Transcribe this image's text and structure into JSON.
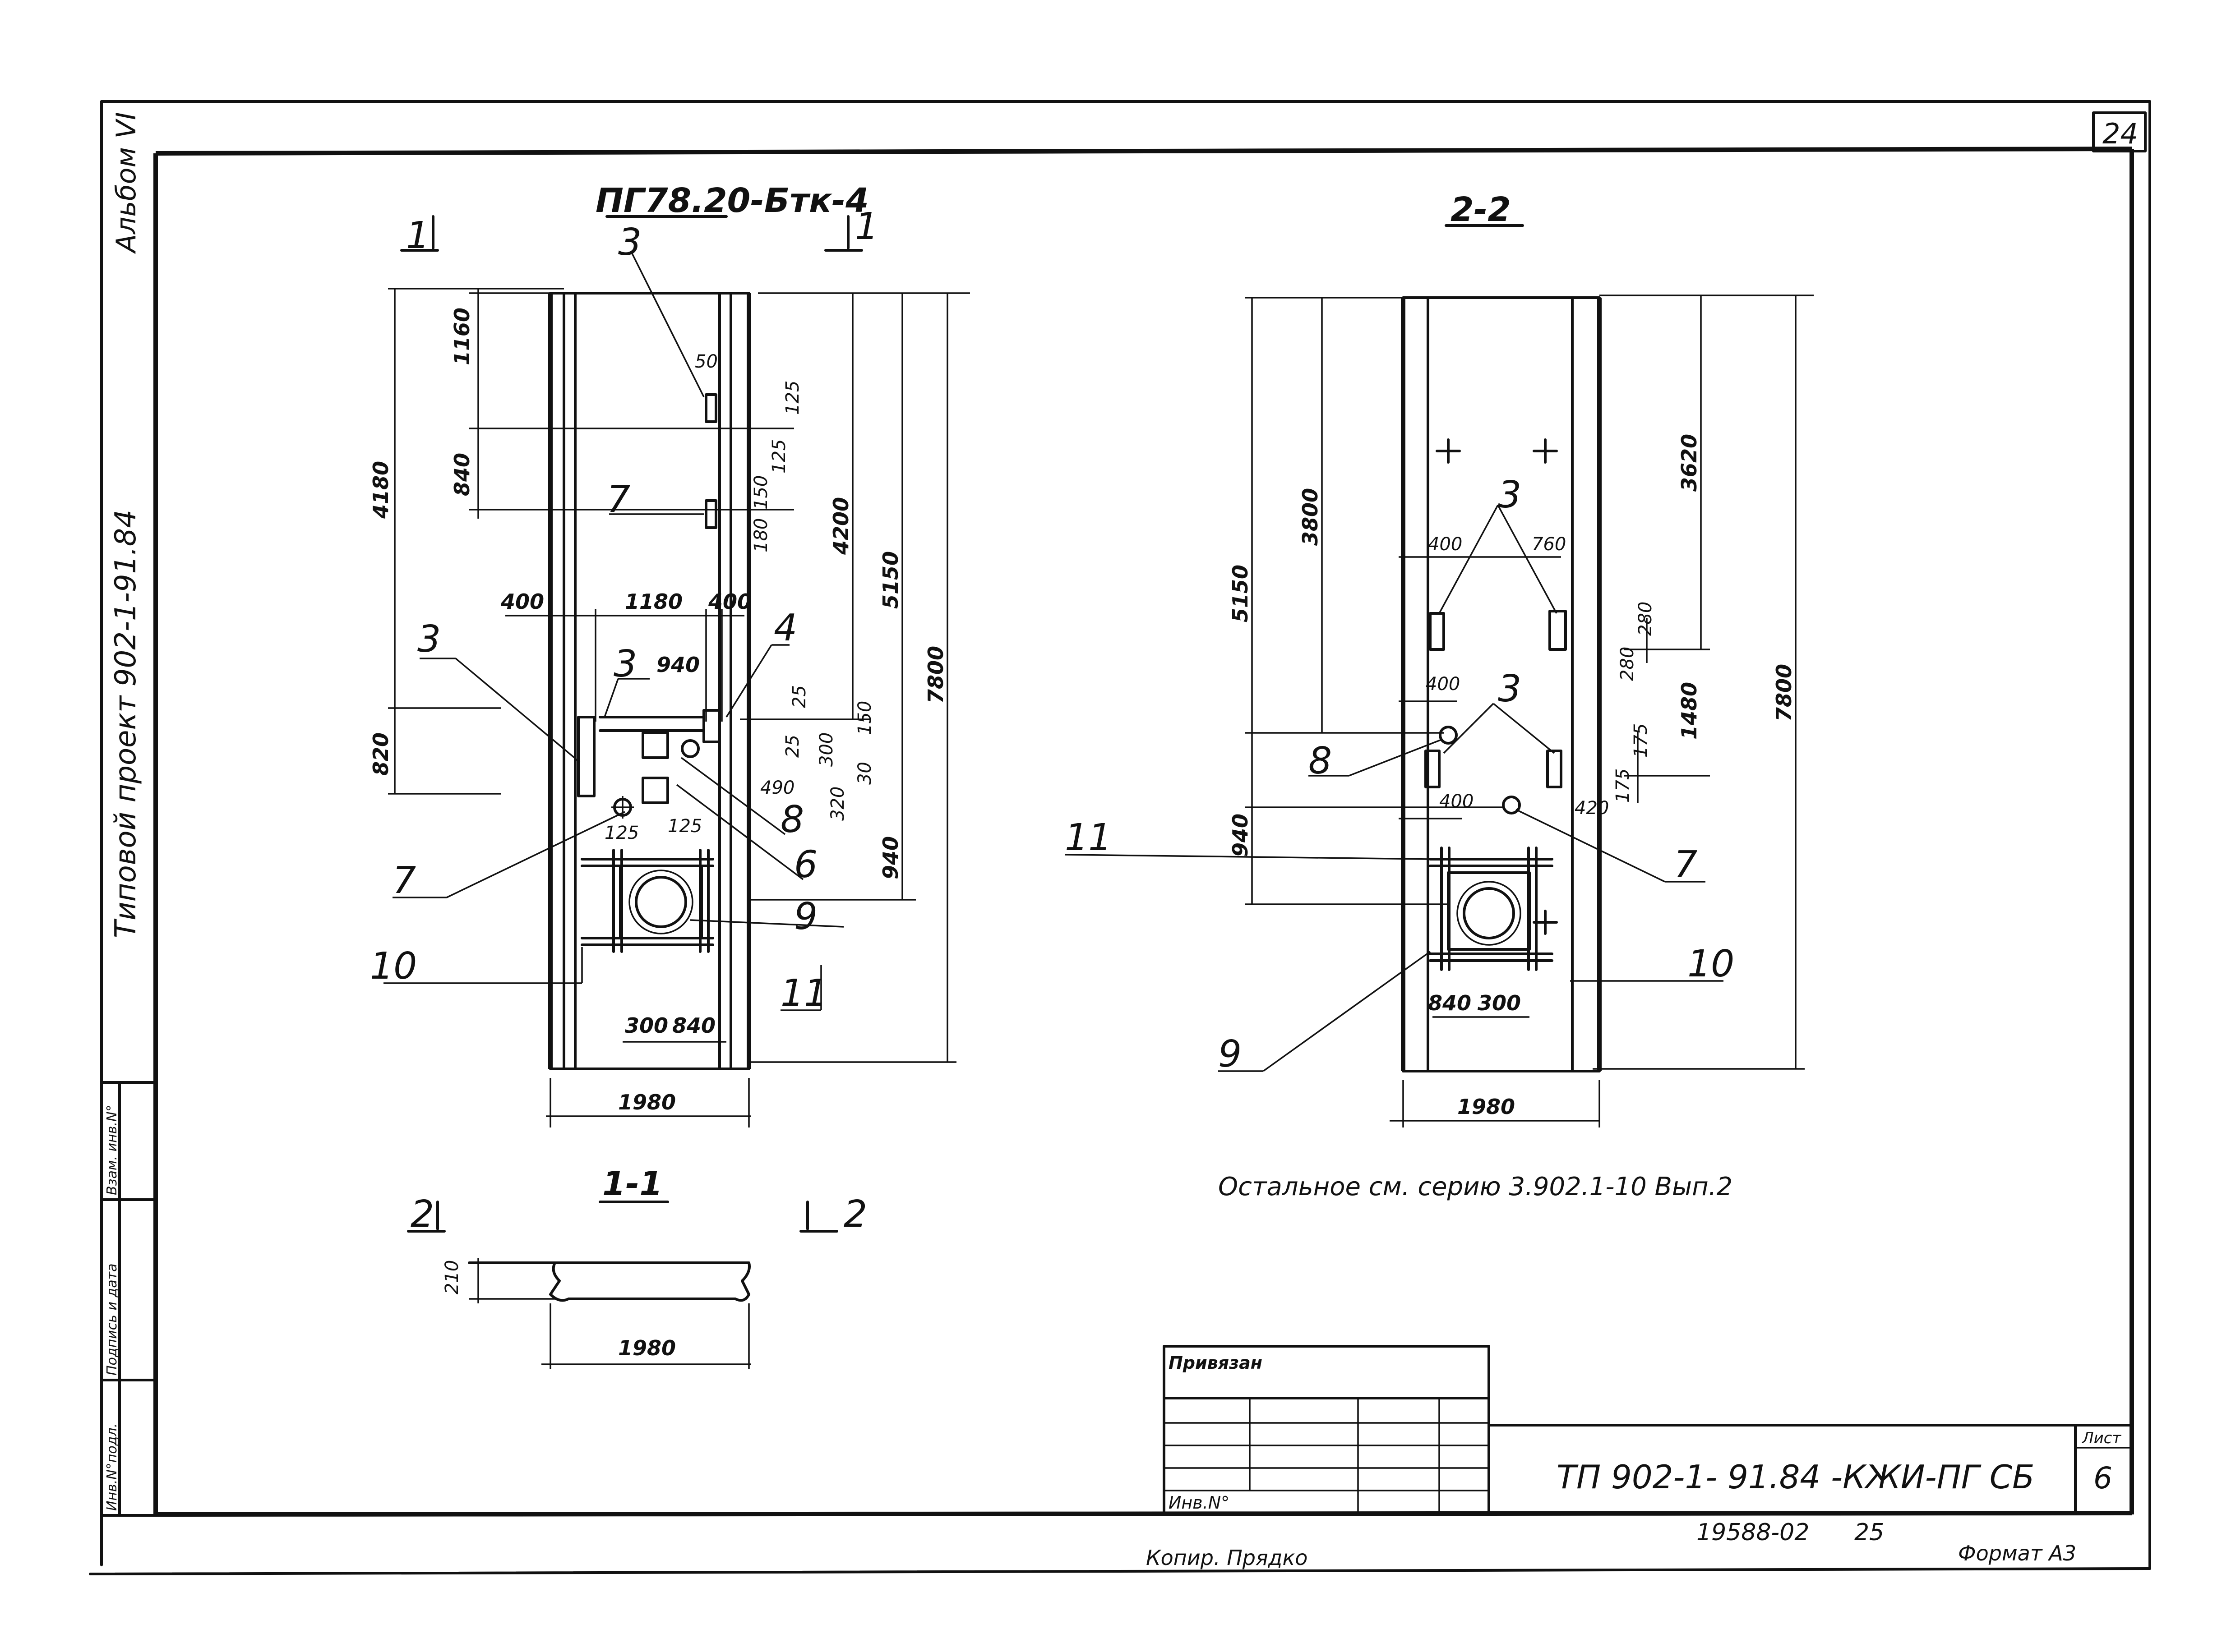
{
  "sheet": {
    "page_number": "24",
    "album": "Альбом VI",
    "project": "Типовой проект 902-1-91.84",
    "format": "Формат А3",
    "copied_by": "Копир. Прядко",
    "note": "Остальное см. серию 3.902.1-10 Вып.2"
  },
  "side_stamp": {
    "col1": "Инв.N°подл.",
    "col2": "Подпись и дата",
    "col3": "Взам. инв.N°"
  },
  "title_block": {
    "bound_label": "Привязан",
    "inv_label": "Инв.N°",
    "code": "ТП 902-1- 91.84 -КЖИ-ПГ СБ",
    "sheet_label": "Лист",
    "sheet_no": "6",
    "archive_no": "19588-02",
    "archive_sub": "25"
  },
  "plan_view": {
    "title": "ПГ78.20-Бтк-4",
    "cut_left": "1",
    "cut_right": "1",
    "dims": {
      "d4180": "4180",
      "d1160": "1160",
      "d840": "840",
      "d820": "820",
      "d4200": "4200",
      "d5150": "5150",
      "d7800": "7800",
      "d940": "940",
      "d400a": "400",
      "d1180": "1180",
      "d400b": "400",
      "d940b": "940",
      "d50": "50",
      "d125a": "125",
      "d150": "150",
      "d125b": "125",
      "d180": "180",
      "d25a": "25",
      "d25b": "25",
      "d300": "300",
      "d150b": "150",
      "d30": "30",
      "d320": "320",
      "d490": "490",
      "d125c": "125",
      "d125d": "125",
      "d300b": "300",
      "d840b": "840",
      "d1980": "1980"
    },
    "callouts": {
      "c3a": "3",
      "c3b": "3",
      "c3c": "3",
      "c4": "4",
      "c7a": "7",
      "c7b": "7",
      "c8": "8",
      "c6": "6",
      "c9": "9",
      "c10": "10",
      "c11": "11"
    }
  },
  "section_22": {
    "title": "2-2",
    "dims": {
      "d5150": "5150",
      "d3800": "3800",
      "d3620": "3620",
      "d7800": "7800",
      "d400a": "400",
      "d760": "760",
      "d280": "280",
      "d280b": "280",
      "d1480": "1480",
      "d400b": "400",
      "d175a": "175",
      "d175b": "175",
      "d400c": "400",
      "d420": "420",
      "d940": "940",
      "d840": "840",
      "d300": "300",
      "d1980": "1980"
    },
    "callouts": {
      "c3a": "3",
      "c3b": "3",
      "c8": "8",
      "c7": "7",
      "c11": "11",
      "c9": "9",
      "c10": "10"
    }
  },
  "section_11": {
    "title": "1-1",
    "cut_left": "2",
    "cut_right": "2",
    "dims": {
      "d210": "210",
      "d1980": "1980"
    }
  }
}
